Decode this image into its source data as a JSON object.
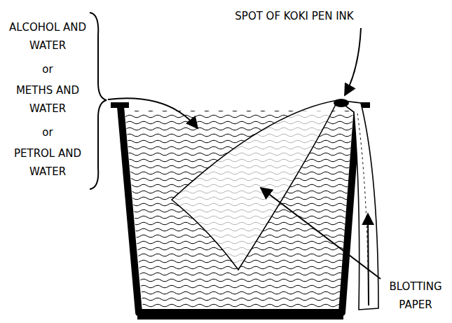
{
  "diagram": {
    "labels": [
      "ALCOHOL AND WATER",
      "or",
      "METHS AND WATER",
      "or",
      "PETROL AND WATER",
      "SPOT OF KOKI PEN INK",
      "BLOTTING PAPER"
    ]
  }
}
